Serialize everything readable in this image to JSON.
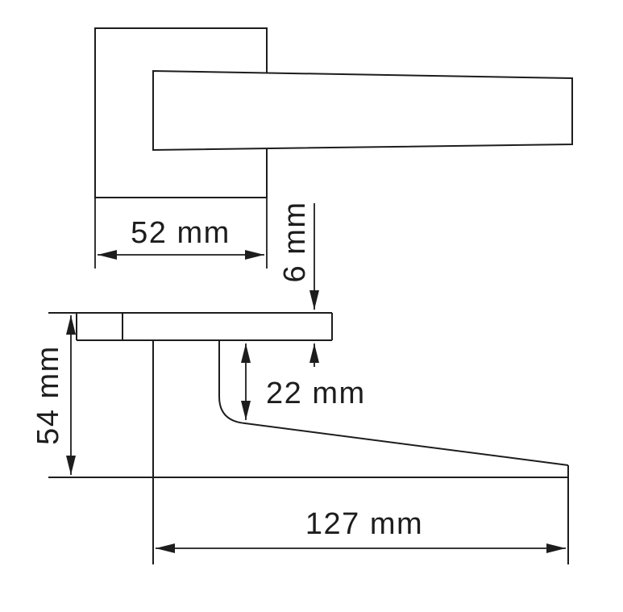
{
  "drawing": {
    "type": "technical-dimension-drawing",
    "subject": "door-lever-handle-with-square-rose",
    "units": "mm",
    "dimensions": {
      "rose_width": "52 mm",
      "rose_thickness": "6 mm",
      "neck_offset": "22 mm",
      "handle_drop": "54 mm",
      "handle_length": "127 mm"
    },
    "colors": {
      "line": "#1d1d1d",
      "background": "#ffffff"
    }
  }
}
